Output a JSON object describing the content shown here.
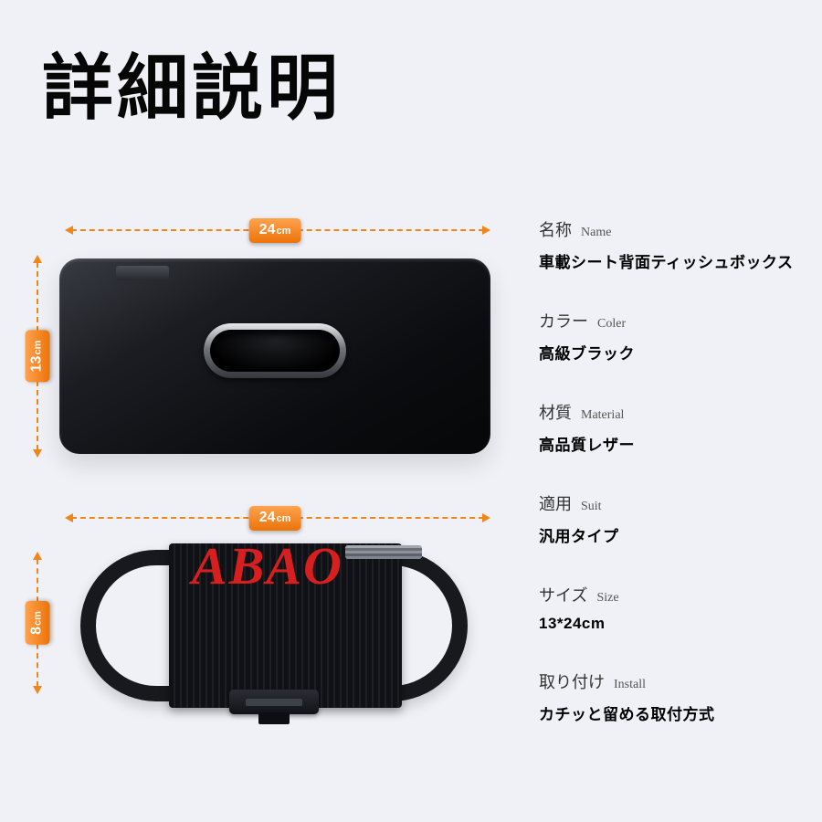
{
  "title": "詳細説明",
  "watermark": "ABAO",
  "colors": {
    "accent": "#f08519",
    "background": "#f0f1f6",
    "watermark_red": "#d81f1f",
    "badge_orange": "#ec7309"
  },
  "dimensions": {
    "front_width": {
      "value": "24",
      "unit": "cm"
    },
    "front_height": {
      "value": "13",
      "unit": "cm"
    },
    "top_width": {
      "value": "24",
      "unit": "cm"
    },
    "top_height": {
      "value": "8",
      "unit": "cm"
    }
  },
  "specs": [
    {
      "label": "名称",
      "label_en": "Name",
      "value": "車載シート背面ティッシュボックス"
    },
    {
      "label": "カラー",
      "label_en": "Coler",
      "value": "高級ブラック"
    },
    {
      "label": "材質",
      "label_en": "Material",
      "value": "高品質レザー"
    },
    {
      "label": "適用",
      "label_en": "Suit",
      "value": "汎用タイプ"
    },
    {
      "label": "サイズ",
      "label_en": "Size",
      "value": "13*24cm"
    },
    {
      "label": "取り付け",
      "label_en": "Install",
      "value": "カチッと留める取付方式"
    }
  ]
}
